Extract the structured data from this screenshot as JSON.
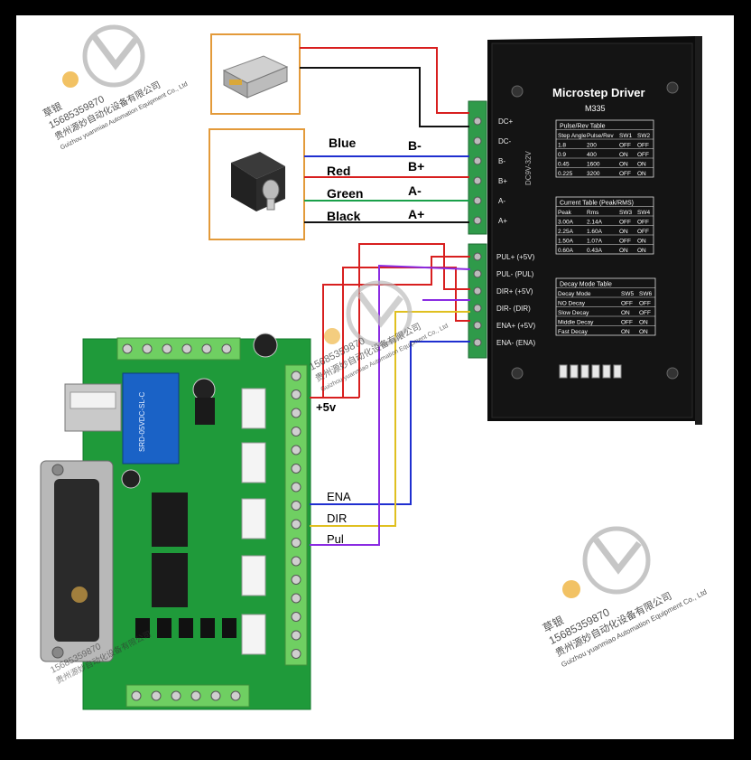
{
  "motor_wires": [
    {
      "color_name": "Blue",
      "terminal": "B-",
      "hex": "#1f2fd0"
    },
    {
      "color_name": "Red",
      "terminal": "B+",
      "hex": "#d81f1f"
    },
    {
      "color_name": "Green",
      "terminal": "A-",
      "hex": "#1aa04a"
    },
    {
      "color_name": "Black",
      "terminal": "A+",
      "hex": "#111111"
    }
  ],
  "driver": {
    "title": "Microstep Driver",
    "model": "M335",
    "side_code": "DC9V-32V",
    "left_terminals": [
      "DC+",
      "DC-",
      "B-",
      "B+",
      "A-",
      "A+"
    ],
    "right_terminals": [
      "PUL+ (+5V)",
      "PUL- (PUL)",
      "DIR+ (+5V)",
      "DIR- (DIR)",
      "ENA+ (+5V)",
      "ENA- (ENA)"
    ],
    "pulse_table": {
      "title": "Pulse/Rev Table",
      "headers": [
        "Step Angle",
        "Pulse/Rev",
        "SW1",
        "SW2"
      ],
      "rows": [
        [
          "1.8",
          "200",
          "OFF",
          "OFF"
        ],
        [
          "0.9",
          "400",
          "ON",
          "OFF"
        ],
        [
          "0.45",
          "1600",
          "ON",
          "ON"
        ],
        [
          "0.225",
          "3200",
          "OFF",
          "ON"
        ]
      ]
    },
    "current_table": {
      "title": "Current Table (Peak/RMS)",
      "headers": [
        "Peak",
        "Rms",
        "SW3",
        "SW4"
      ],
      "rows": [
        [
          "3.00A",
          "2.14A",
          "OFF",
          "OFF"
        ],
        [
          "2.25A",
          "1.60A",
          "ON",
          "OFF"
        ],
        [
          "1.50A",
          "1.07A",
          "OFF",
          "ON"
        ],
        [
          "0.60A",
          "0.43A",
          "ON",
          "ON"
        ]
      ]
    },
    "decay_table": {
      "title": "Decay Mode Table",
      "headers": [
        "Decay Mode",
        "SW5",
        "SW6"
      ],
      "rows": [
        [
          "NO Decay",
          "OFF",
          "OFF"
        ],
        [
          "Slow Decay",
          "ON",
          "OFF"
        ],
        [
          "Middle Decay",
          "OFF",
          "ON"
        ],
        [
          "Fast Decay",
          "ON",
          "ON"
        ]
      ]
    }
  },
  "board_signals": {
    "power": "+5v",
    "ena": "ENA",
    "dir": "DIR",
    "pul": "Pul"
  },
  "colors": {
    "red_wire": "#d81f1f",
    "purple_wire": "#8a2be2",
    "yellow_wire": "#e0c020",
    "blue_wire": "#1f2fd0",
    "frame_orange": "#e39a3a",
    "pcb_green": "#1f9a3a"
  },
  "relay_label": "SRD-05VDC-SL-C",
  "watermark": {
    "name": "草银",
    "phone": "15685359870",
    "company_cn": "贵州源妙自动化设备有限公司",
    "company_en": "Guizhou yuanmiao Automation Equipment Co., Ltd"
  }
}
